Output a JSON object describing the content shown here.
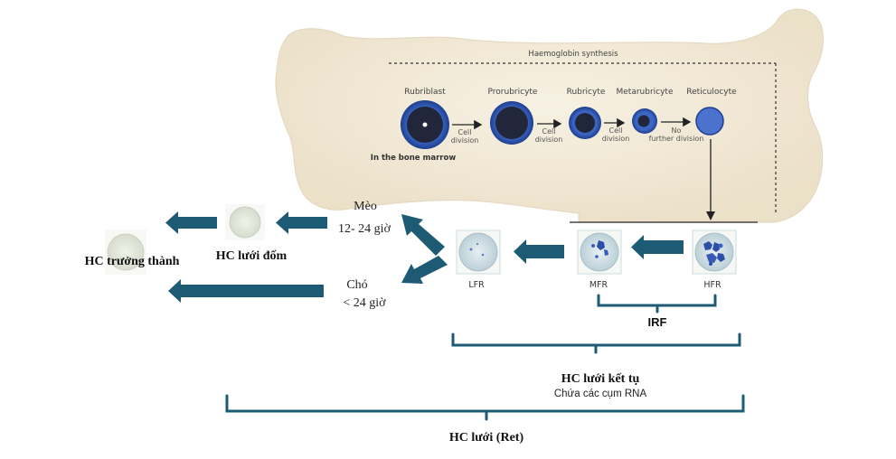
{
  "diagram": {
    "haemoglobin_label": "Haemoglobin synthesis",
    "bone_marrow_label": "In the bone marrow",
    "stages": {
      "rubriblast": "Rubriblast",
      "prorubricyte": "Prorubricyte",
      "rubricyte": "Rubricyte",
      "metarubricyte": "Metarubricyte",
      "reticulocyte": "Reticulocyte"
    },
    "transitions": {
      "t1_line1": "Cell",
      "t1_line2": "division",
      "t2_line1": "Cell",
      "t2_line2": "division",
      "t3_line1": "Cell",
      "t3_line2": "division",
      "t4_line1": "No",
      "t4_line2": "further division"
    },
    "fractions": {
      "lfr": "LFR",
      "mfr": "MFR",
      "hfr": "HFR"
    },
    "irf": "IRF",
    "cat": {
      "line1": "Mèo",
      "line2": "12- 24 giờ"
    },
    "dog": {
      "line1": "Chó",
      "line2": "< 24 giờ"
    },
    "punctate": "HC lưới đốm",
    "mature": "HC trưởng thành",
    "aggregate": {
      "title": "HC lưới kết tụ",
      "subtitle": "Chứa các cụm RNA"
    },
    "total": "HC lưới (Ret)",
    "colors": {
      "arrow": "#1d5b74",
      "bracket": "#1d5b74",
      "bone": "#f2ead8",
      "cell_ring": "#2d57b5",
      "nucleus": "#22263a",
      "stain_blue": "#2c4fa8"
    }
  }
}
